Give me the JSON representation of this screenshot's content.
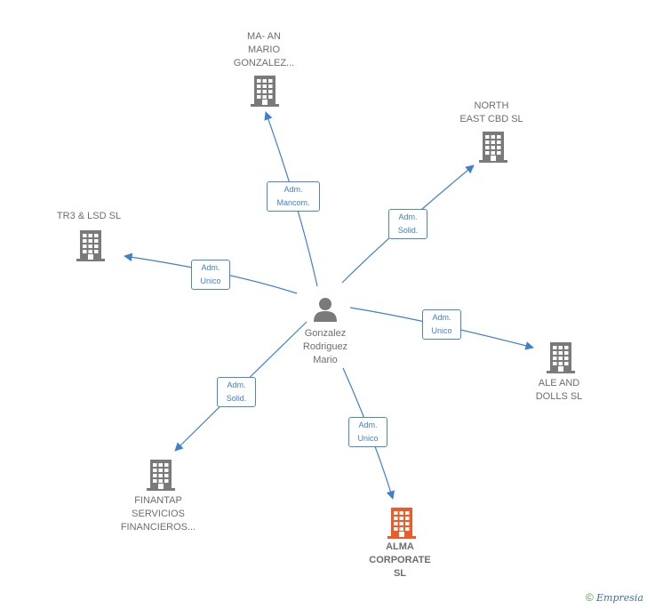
{
  "center": {
    "name_lines": [
      "Gonzalez",
      "Rodriguez",
      "Mario"
    ],
    "icon": "person-icon"
  },
  "companies": [
    {
      "id": "ma-an",
      "lines": [
        "MA- AN",
        "MARIO",
        "GONZALEZ..."
      ],
      "relation": [
        "Adm.",
        "Mancom."
      ],
      "icon": "building-icon",
      "color": "#7a7a7a"
    },
    {
      "id": "north-east",
      "lines": [
        "NORTH",
        "EAST CBD  SL"
      ],
      "relation": [
        "Adm.",
        "Solid."
      ],
      "icon": "building-icon",
      "color": "#7a7a7a"
    },
    {
      "id": "tr3-lsd",
      "lines": [
        "TR3 & LSD  SL"
      ],
      "relation": [
        "Adm.",
        "Unico"
      ],
      "icon": "building-icon",
      "color": "#7a7a7a"
    },
    {
      "id": "ale-dolls",
      "lines": [
        "ALE AND",
        "DOLLS  SL"
      ],
      "relation": [
        "Adm.",
        "Unico"
      ],
      "icon": "building-icon",
      "color": "#7a7a7a"
    },
    {
      "id": "finantap",
      "lines": [
        "FINANTAP",
        "SERVICIOS",
        "FINANCIEROS..."
      ],
      "relation": [
        "Adm.",
        "Solid."
      ],
      "icon": "building-icon",
      "color": "#7a7a7a"
    },
    {
      "id": "alma",
      "lines": [
        "ALMA",
        "CORPORATE",
        "SL"
      ],
      "relation": [
        "Adm.",
        "Unico"
      ],
      "icon": "building-icon",
      "color": "#f05a28",
      "highlight": true
    }
  ],
  "colors": {
    "edge": "#3f7fcf",
    "building": "#7a7a7a",
    "highlight": "#f05a28",
    "person": "#7a7a7a"
  },
  "footer": {
    "copyright_symbol": "©",
    "brand": "Empresia"
  }
}
